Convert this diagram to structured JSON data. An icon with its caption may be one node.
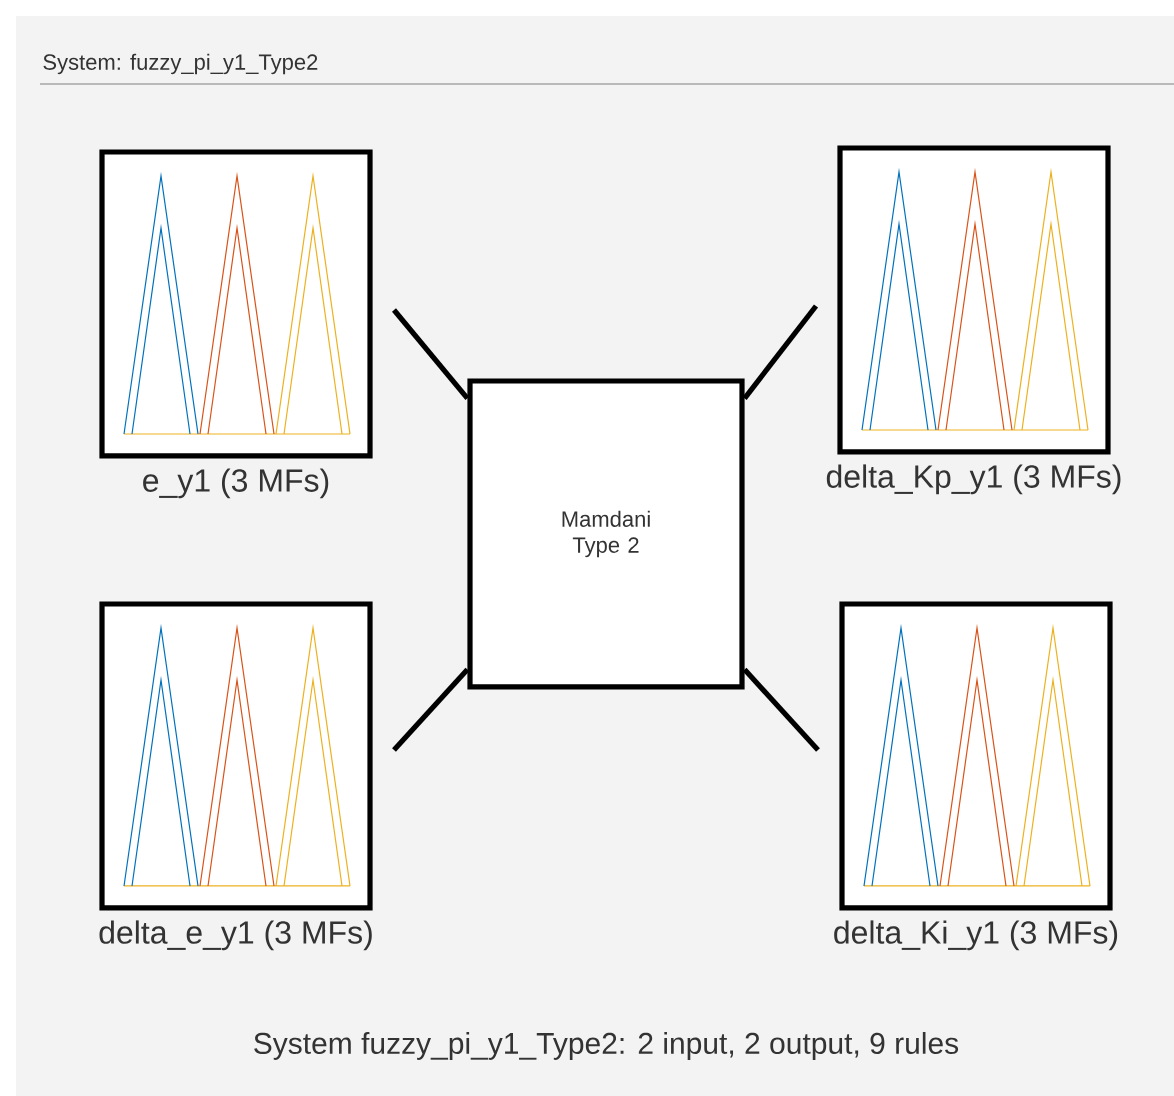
{
  "diagram": {
    "title": "System: fuzzy_pi_y1_Type2",
    "caption": "System fuzzy_pi_y1_Type2: 2 input, 2 output, 9 rules",
    "nodes": [
      {
        "text": [
          "e_y1 (3 MFs)"
        ]
      },
      {
        "text": [
          "Mamdani Type 2"
        ]
      },
      {
        "text": [
          "delta_Kp_y1 (3 MFs)"
        ]
      },
      {
        "text": [
          "delta_e_y1 (3 MFs)"
        ]
      },
      {
        "text": [
          "delta_Ki_y1 (3 MFs)"
        ]
      }
    ],
    "edges": [
      {
        "from": 0,
        "to": 1,
        "arrow": "none"
      },
      {
        "from": 1,
        "to": 2,
        "arrow": "none"
      },
      {
        "from": 3,
        "to": 1,
        "arrow": "none"
      },
      {
        "from": 1,
        "to": 4,
        "arrow": "none"
      }
    ]
  }
}
